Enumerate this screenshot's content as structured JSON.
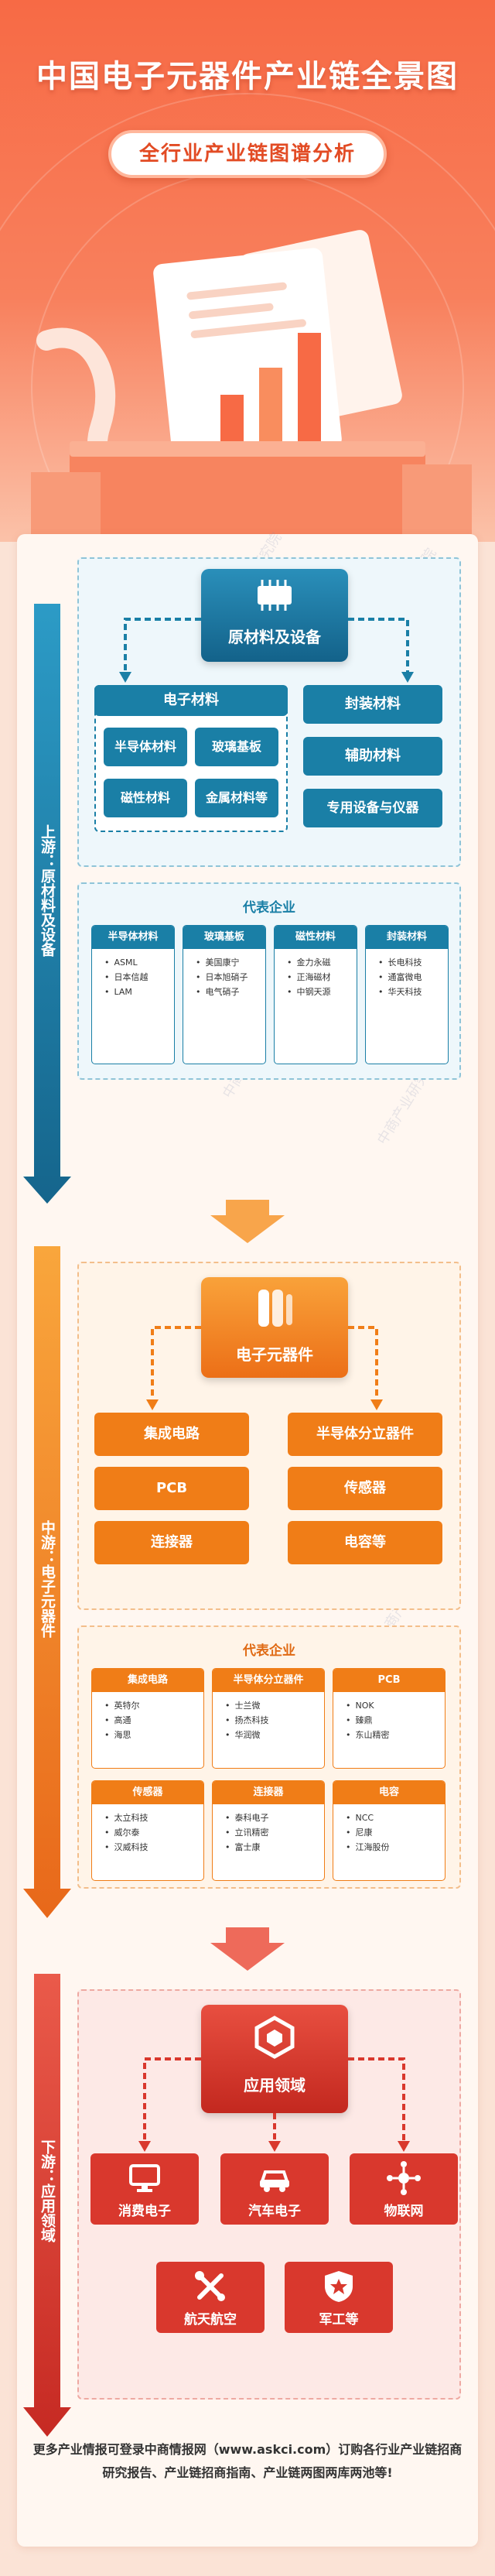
{
  "header": {
    "title": "中国电子元器件产业链全景图",
    "subtitle": "全行业产业链图谱分析"
  },
  "watermark": "中商产业研究院",
  "upstream": {
    "side_label": "上游：原材料及设备",
    "center": "原材料及设备",
    "electronic_group_title": "电子材料",
    "electronic_items": [
      "半导体材料",
      "玻璃基板",
      "磁性材料",
      "金属材料等"
    ],
    "right_items": [
      "封装材料",
      "辅助材料",
      "专用设备与仪器"
    ],
    "rep_title": "代表企业",
    "rep_cols": [
      {
        "head": "半导体材料",
        "items": [
          "ASML",
          "日本信越",
          "LAM"
        ]
      },
      {
        "head": "玻璃基板",
        "items": [
          "美国康宁",
          "日本旭硝子",
          "电气硝子"
        ]
      },
      {
        "head": "磁性材料",
        "items": [
          "金力永磁",
          "正海磁材",
          "中钢天源"
        ]
      },
      {
        "head": "封装材料",
        "items": [
          "长电科技",
          "通富微电",
          "华天科技"
        ]
      }
    ]
  },
  "midstream": {
    "side_label": "中游：电子元器件",
    "center": "电子元器件",
    "left_items": [
      "集成电路",
      "PCB",
      "连接器"
    ],
    "right_items": [
      "半导体分立器件",
      "传感器",
      "电容等"
    ],
    "rep_title": "代表企业",
    "rep_row1": [
      {
        "head": "集成电路",
        "items": [
          "英特尔",
          "高通",
          "海思"
        ]
      },
      {
        "head": "半导体分立器件",
        "items": [
          "士兰微",
          "扬杰科技",
          "华润微"
        ]
      },
      {
        "head": "PCB",
        "items": [
          "NOK",
          "臻鼎",
          "东山精密"
        ]
      }
    ],
    "rep_row2": [
      {
        "head": "传感器",
        "items": [
          "太立科技",
          "威尔泰",
          "汉威科技"
        ]
      },
      {
        "head": "连接器",
        "items": [
          "泰科电子",
          "立讯精密",
          "富士康"
        ]
      },
      {
        "head": "电容",
        "items": [
          "NCC",
          "尼康",
          "江海股份"
        ]
      }
    ]
  },
  "downstream": {
    "side_label": "下游：应用领域",
    "center": "应用领域",
    "items_row1": [
      {
        "label": "消费电子",
        "icon": "monitor-icon"
      },
      {
        "label": "汽车电子",
        "icon": "car-icon"
      },
      {
        "label": "物联网",
        "icon": "network-icon"
      }
    ],
    "items_row2": [
      {
        "label": "航天航空",
        "icon": "tools-icon"
      },
      {
        "label": "军工等",
        "icon": "shield-icon"
      }
    ]
  },
  "footer": {
    "text": "更多产业情报可登录中商情报网（www.askci.com）订购各行业产业链招商研究报告、产业链招商指南、产业链两图两库两池等!"
  },
  "colors": {
    "teal": "#1a7fa6",
    "teal_light": "#e6f3f8",
    "orange": "#f07d17",
    "orange_light": "#fdeedd",
    "red": "#d9382d",
    "red_light": "#fbe0dd",
    "header": "#f76a45"
  }
}
